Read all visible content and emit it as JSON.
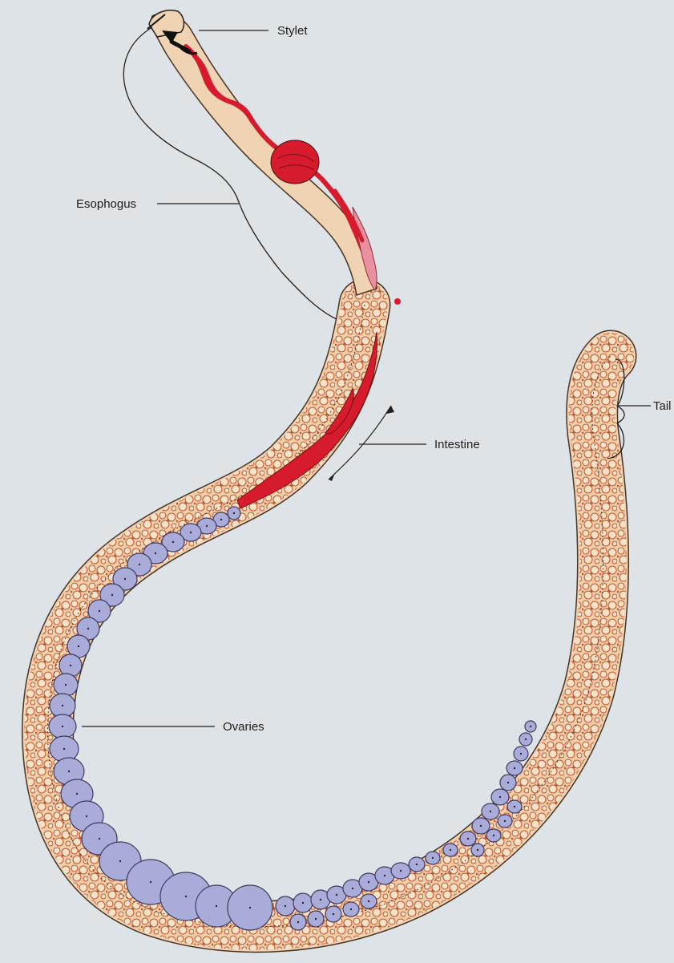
{
  "diagram": {
    "labels": {
      "stylet": "Stylet",
      "esophogus": "Esophogus",
      "intestine": "Intestine",
      "ovaries": "Ovaries",
      "tail": "Tail"
    },
    "colors": {
      "background": "#dde3e6",
      "body_fill": "#f0d3b3",
      "body_outline": "#4a3424",
      "fat_cells": "#c6572f",
      "esophagus_red": "#d51b2c",
      "esophagus_pink": "#e9909e",
      "ovary_fill": "#a9acd9",
      "ovary_outline": "#3f3a5f",
      "leader_lines": "#222222"
    }
  }
}
